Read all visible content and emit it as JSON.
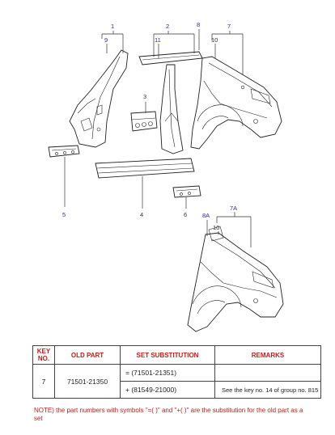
{
  "callouts": {
    "c1": "1",
    "c9": "9",
    "c2": "2",
    "c11": "11",
    "c8": "8",
    "c7": "7",
    "c10": "10",
    "c3": "3",
    "c5": "5",
    "c4": "4",
    "c6": "6",
    "c8a": "8A",
    "c7a": "7A",
    "c10b": "10"
  },
  "table": {
    "headers": {
      "key": "KEY NO.",
      "old": "OLD PART",
      "set": "SET SUBSTITUTION",
      "remarks": "REMARKS"
    },
    "key": "7",
    "old_part": "71501-21350",
    "set_line1": "= (71501-21351)",
    "set_line2": "+ (81549-21000)",
    "remarks": "See the key no. 14 of group no. 815"
  },
  "note": "NOTE) the part numbers with symbols \"=( )\" and \"+( )\" are the substitution for the old part as a set"
}
